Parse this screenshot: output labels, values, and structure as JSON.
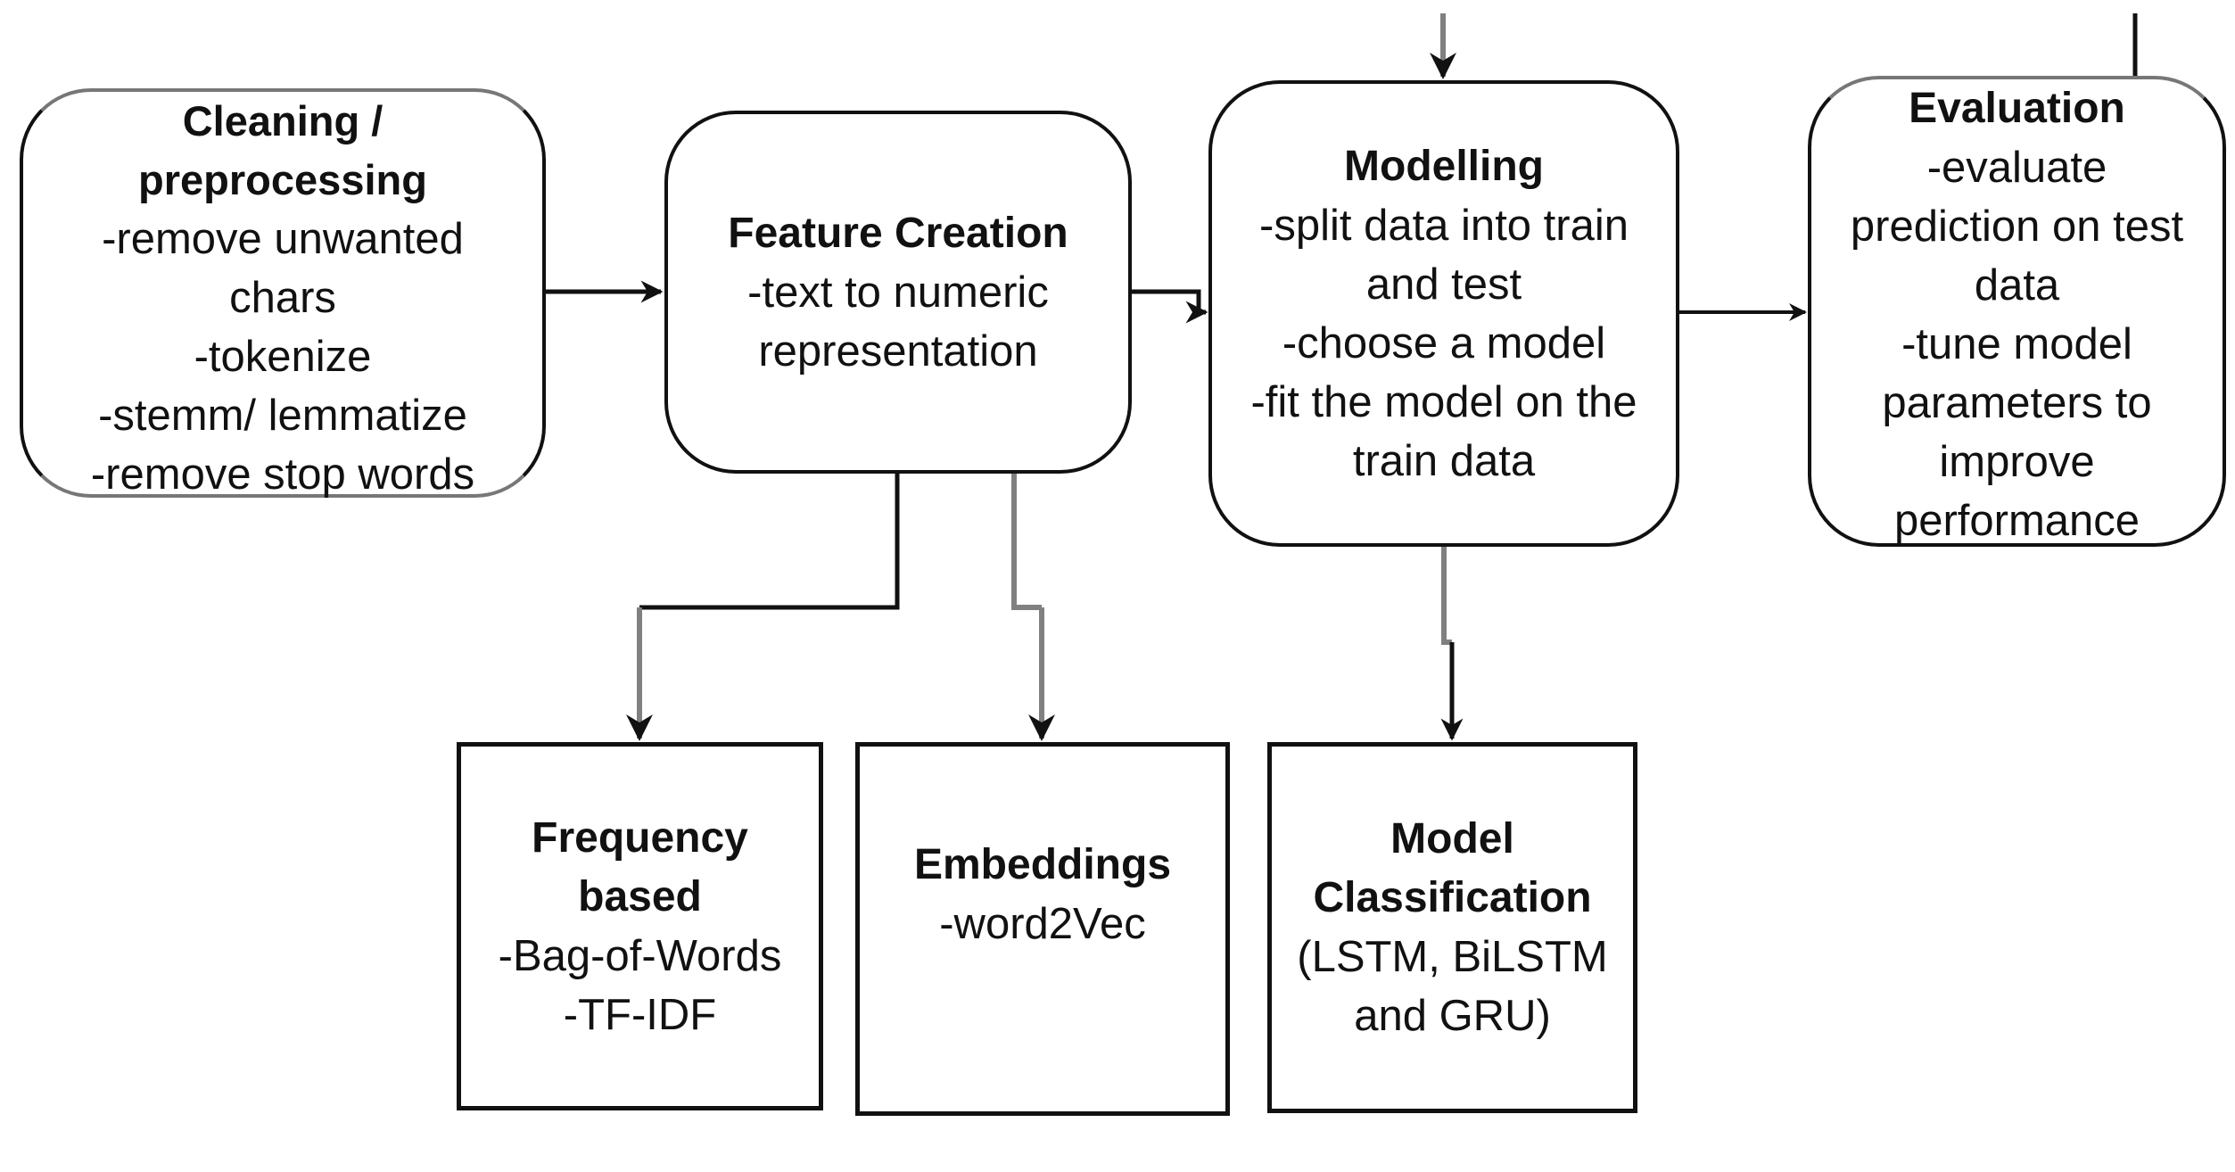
{
  "diagram": {
    "title": "NLP text classification pipeline",
    "colors": {
      "stroke": "#111111",
      "connector_gray": "#808080",
      "background": "#ffffff"
    },
    "nodes": {
      "cleaning": {
        "title_lines": [
          "Cleaning /",
          "preprocessing"
        ],
        "lines": [
          "-remove unwanted",
          "chars",
          "-tokenize",
          "-stemm/ lemmatize",
          "-remove stop words"
        ]
      },
      "feature": {
        "title_lines": [
          "Feature Creation"
        ],
        "lines": [
          "-text to numeric",
          "representation"
        ]
      },
      "modelling": {
        "title_lines": [
          "Modelling"
        ],
        "lines": [
          "-split data into train",
          "and test",
          "-choose a model",
          "-fit the model on the",
          "train data"
        ]
      },
      "evaluation": {
        "title_lines": [
          "Evaluation"
        ],
        "lines": [
          "-evaluate",
          "prediction on test",
          "data",
          "-tune model",
          "parameters to",
          "improve",
          "performance"
        ]
      },
      "frequency": {
        "title_lines": [
          "Frequency",
          "based"
        ],
        "lines": [
          "-Bag-of-Words",
          "-TF-IDF"
        ]
      },
      "embeddings": {
        "title_lines": [
          "Embeddings"
        ],
        "lines": [
          "-word2Vec"
        ]
      },
      "classification": {
        "title_lines": [
          "Model",
          "Classification"
        ],
        "lines": [
          "(LSTM, BiLSTM",
          "and GRU)"
        ]
      }
    },
    "edges": [
      {
        "from": "cleaning",
        "to": "feature"
      },
      {
        "from": "feature",
        "to": "modelling"
      },
      {
        "from": "modelling",
        "to": "evaluation"
      },
      {
        "from": "feature",
        "to": "frequency"
      },
      {
        "from": "feature",
        "to": "embeddings"
      },
      {
        "from": "modelling",
        "to": "classification"
      },
      {
        "from": "external-top",
        "to": "modelling"
      },
      {
        "from": "evaluation",
        "to": "external-top"
      }
    ]
  }
}
